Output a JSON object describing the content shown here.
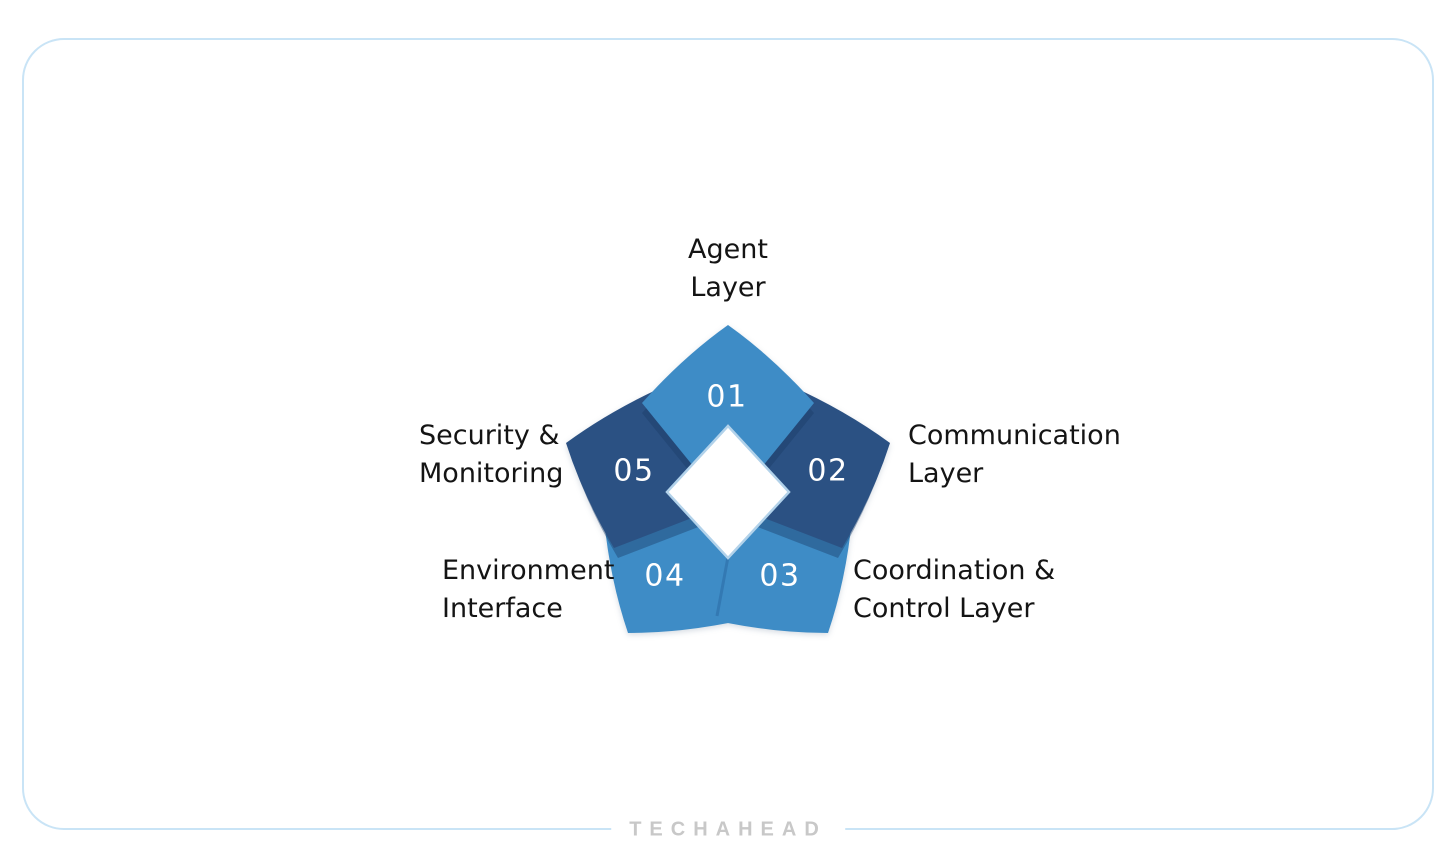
{
  "brand": {
    "logo_text": "TECHAHEAD"
  },
  "diagram": {
    "title": "",
    "segments": [
      {
        "number": "01",
        "label_line1": "Agent",
        "label_line2": "Layer",
        "color": "#3E8CC6"
      },
      {
        "number": "02",
        "label_line1": "Communication",
        "label_line2": "Layer",
        "color": "#2B5183"
      },
      {
        "number": "03",
        "label_line1": "Coordination &",
        "label_line2": "Control Layer",
        "color": "#3E8CC6"
      },
      {
        "number": "04",
        "label_line1": "Environment",
        "label_line2": "Interface",
        "color": "#3E8CC6"
      },
      {
        "number": "05",
        "label_line1": "Security &",
        "label_line2": "Monitoring",
        "color": "#2B5183"
      }
    ],
    "colors": {
      "light_blue": "#3E8CC6",
      "dark_blue": "#2B5183",
      "shadow": "rgba(26,60,102,0.42)",
      "seam": "#3379B3",
      "diamond_fill": "#FFFFFF",
      "diamond_stroke": "#B2D2EA",
      "frame_border": "#C9E4F6",
      "label_text": "#141414",
      "number_text": "#FFFFFF",
      "logo_gray": "#C8C8C8"
    }
  }
}
